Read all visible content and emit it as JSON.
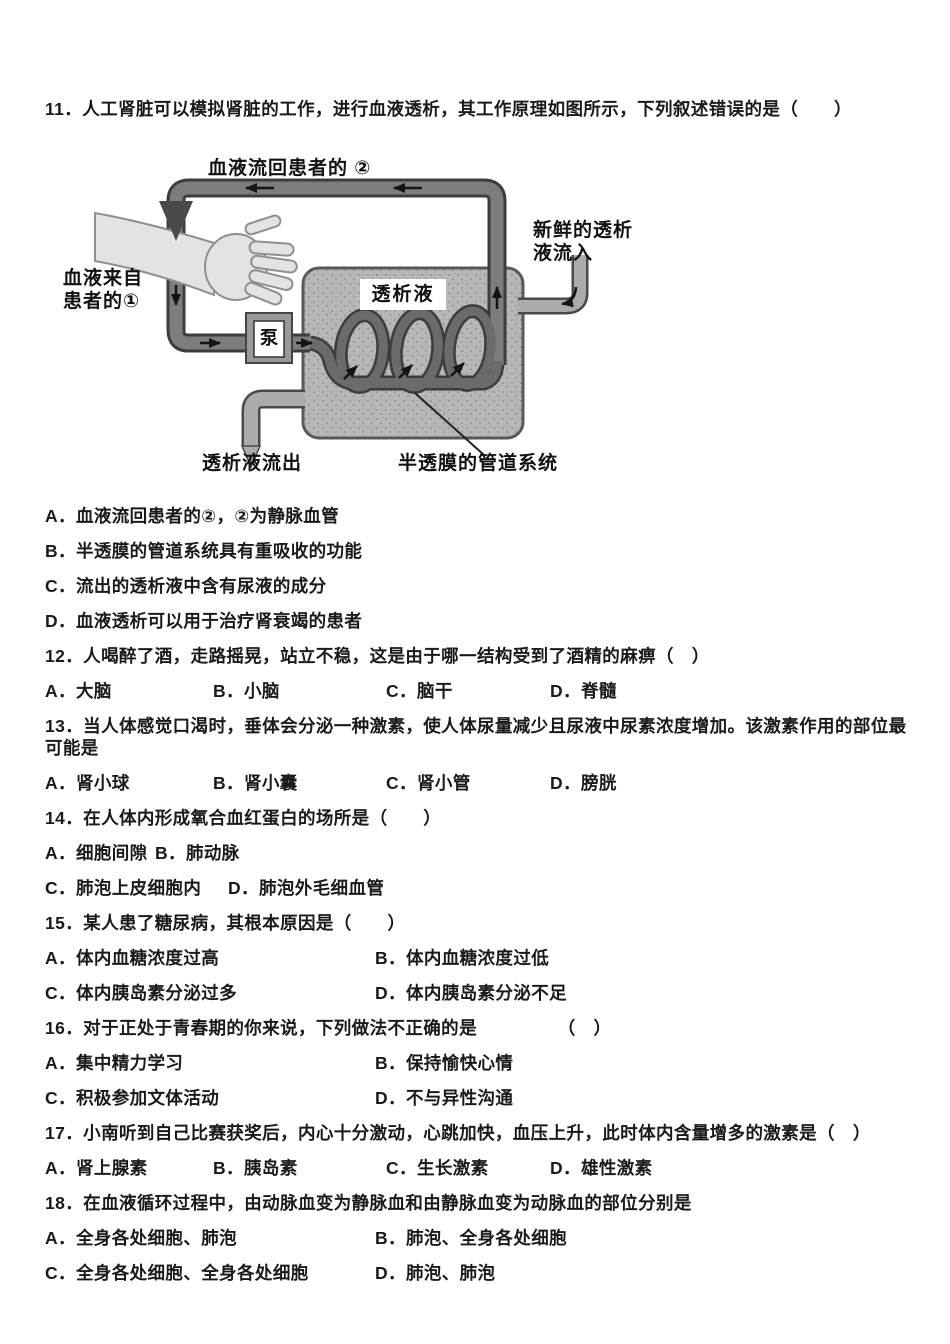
{
  "questions": [
    {
      "text": "11．人工肾脏可以模拟肾脏的工作，进行血液透析，其工作原理如图所示，下列叙述错误的是（　　）",
      "options": [
        "A．血液流回患者的②，②为静脉血管",
        "B．半透膜的管道系统具有重吸收的功能",
        "C．流出的透析液中含有尿液的成分",
        "D．血液透析可以用于治疗肾衰竭的患者"
      ]
    },
    {
      "text": "12．人喝醉了酒，走路摇晃，站立不稳，这是由于哪一结构受到了酒精的麻痹（　）",
      "options": [
        "A．大脑",
        "B．小脑",
        "C．脑干",
        "D．脊髓"
      ]
    },
    {
      "text": "13．当人体感觉口渴时，垂体会分泌一种激素，使人体尿量减少且尿液中尿素浓度增加。该激素作用的部位最可能是",
      "options": [
        "A．肾小球",
        "B．肾小囊",
        "C．肾小管",
        "D．膀胱"
      ]
    },
    {
      "text": "14．在人体内形成氧合血红蛋白的场所是（　　）",
      "options": [
        "A．细胞间隙",
        "B．肺动脉",
        "C．肺泡上皮细胞内",
        "D．肺泡外毛细血管"
      ]
    },
    {
      "text": "15．某人患了糖尿病，其根本原因是（　　）",
      "options": [
        "A．体内血糖浓度过高",
        "B．体内血糖浓度过低",
        "C．体内胰岛素分泌过多",
        "D．体内胰岛素分泌不足"
      ]
    },
    {
      "text": "16．对于正处于青春期的你来说，下列做法不正确的是　　　　　（　）",
      "options": [
        "A．集中精力学习",
        "B．保持愉快心情",
        "C．积极参加文体活动",
        "D．不与异性沟通"
      ]
    },
    {
      "text": "17．小南听到自己比赛获奖后，内心十分激动，心跳加快，血压上升，此时体内含量增多的激素是（　）",
      "options": [
        "A．肾上腺素",
        "B．胰岛素",
        "C．生长激素",
        "D．雄性激素"
      ]
    },
    {
      "text": "18．在血液循环过程中，由动脉血变为静脉血和由静脉血变为动脉血的部位分别是",
      "options": [
        "A．全身各处细胞、肺泡",
        "B．肺泡、全身各处细胞",
        "C．全身各处细胞、全身各处细胞",
        "D．肺泡、肺泡"
      ]
    }
  ],
  "diagram": {
    "labels": {
      "blood_return": "血液流回患者的 ②",
      "blood_from_line1": "血液来自",
      "blood_from_line2": "患者的①",
      "fresh_in_line1": "新鲜的透析",
      "fresh_in_line2": "液流入",
      "dialysate": "透析液",
      "pump": "泵",
      "dialysate_out": "透析液流出",
      "membrane": "半透膜的管道系统"
    },
    "colors": {
      "blood_tube": "#7d7d7d",
      "coil_tube": "#6b6b6b",
      "dialysate_tube": "#ababab",
      "tank_fill": "#b7b7b7",
      "tube_outline": "#3d3d3d",
      "arrow": "#141414"
    }
  }
}
